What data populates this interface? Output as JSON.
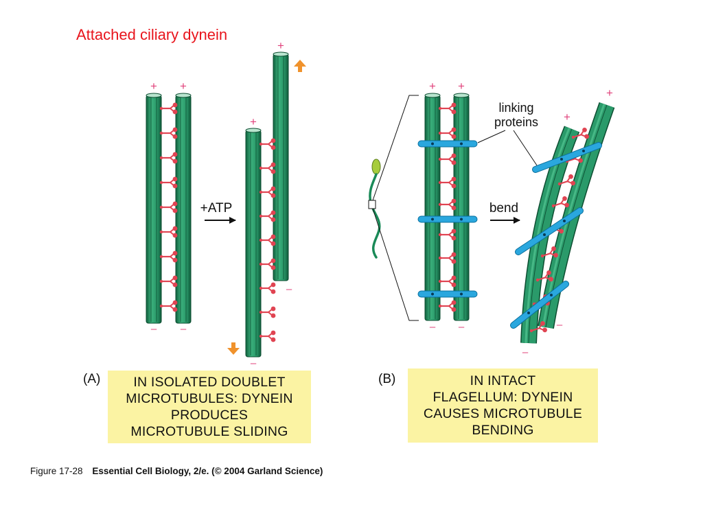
{
  "slide": {
    "title": "Attached ciliary dynein"
  },
  "panel_a": {
    "label": "(A)",
    "arrow_label": "+ATP",
    "caption_lines": [
      "IN ISOLATED DOUBLET",
      "MICROTUBULES: DYNEIN",
      "PRODUCES",
      "MICROTUBULE SLIDING"
    ]
  },
  "panel_b": {
    "label": "(B)",
    "arrow_label": "bend",
    "callout_lines": [
      "linking",
      "proteins"
    ],
    "caption_lines": [
      "IN INTACT",
      "FLAGELLUM: DYNEIN",
      "CAUSES MICROTUBULE",
      "BENDING"
    ]
  },
  "polarity": {
    "plus": "+",
    "minus": "–"
  },
  "footer": {
    "figure_number": "Figure 17-28",
    "source": "Essential Cell Biology, 2/e. (© 2004 Garland Science)"
  },
  "colors": {
    "title": "#e8141c",
    "microtubule": "#2a9a6a",
    "microtubule_dark": "#10613e",
    "dynein": "#e04452",
    "linker": "#2aa7de",
    "polarity": "#e0407a",
    "movement_arrow": "#f0922c",
    "caption_bg": "#fbf3a3"
  }
}
